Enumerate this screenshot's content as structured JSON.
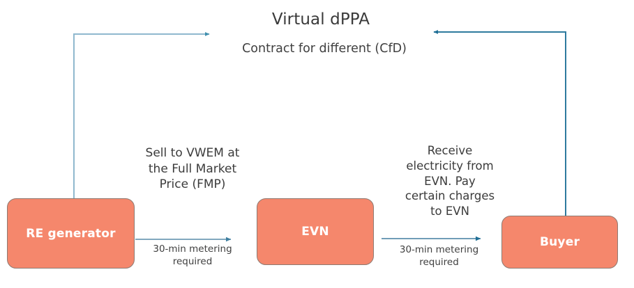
{
  "diagram": {
    "title": "Virtual dPPA",
    "subtitle": "Contract for different (CfD)",
    "type": "flow-diagram"
  },
  "nodes": [
    {
      "id": "re-generator",
      "label": "RE generator"
    },
    {
      "id": "evn",
      "label": "EVN"
    },
    {
      "id": "buyer",
      "label": "Buyer"
    }
  ],
  "labels": {
    "sell_vwem": "Sell to VWEM at\nthe Full Market\nPrice (FMP)",
    "receive_evn": "Receive\nelectricity from\nEVN. Pay\ncertain charges\nto EVN",
    "metering_left": "30-min metering\nrequired",
    "metering_right": "30-min metering\nrequired"
  },
  "colors": {
    "node_fill": "#F5876C",
    "node_border": "#8E7A72",
    "node_text": "#FFFFFF",
    "text": "#3B3B3B",
    "arrow_left": "#8FB8CE",
    "arrow_right": "#2E7A9E",
    "background": "#FFFFFF"
  }
}
